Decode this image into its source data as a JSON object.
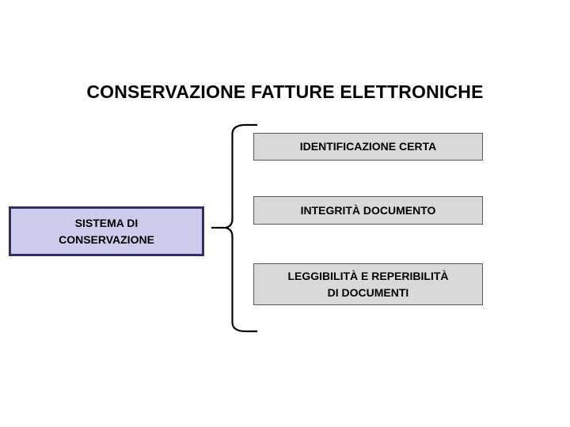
{
  "slide": {
    "title": "CONSERVAZIONE FATTURE ELETTRONICHE",
    "background_color": "#FFFFFF"
  },
  "diagram": {
    "type": "brace-grouping",
    "source": {
      "label_line1": "SISTEMA DI",
      "label_line2": "CONSERVAZIONE",
      "fill_color": "#CCCCEC",
      "border_color": "#332F66"
    },
    "connector": {
      "name": "curly-brace",
      "stroke_color": "#000000",
      "orientation": "opens-right"
    },
    "requirements": [
      {
        "label_line1": "IDENTIFICAZIONE CERTA",
        "label_line2": "",
        "fill_color": "#D9D9D9",
        "border_color": "#595959"
      },
      {
        "label_line1": "INTEGRITÀ DOCUMENTO",
        "label_line2": "",
        "fill_color": "#D9D9D9",
        "border_color": "#595959"
      },
      {
        "label_line1": "LEGGIBILITÀ E REPERIBILITÀ",
        "label_line2": "DI DOCUMENTI",
        "fill_color": "#D9D9D9",
        "border_color": "#595959"
      }
    ]
  }
}
